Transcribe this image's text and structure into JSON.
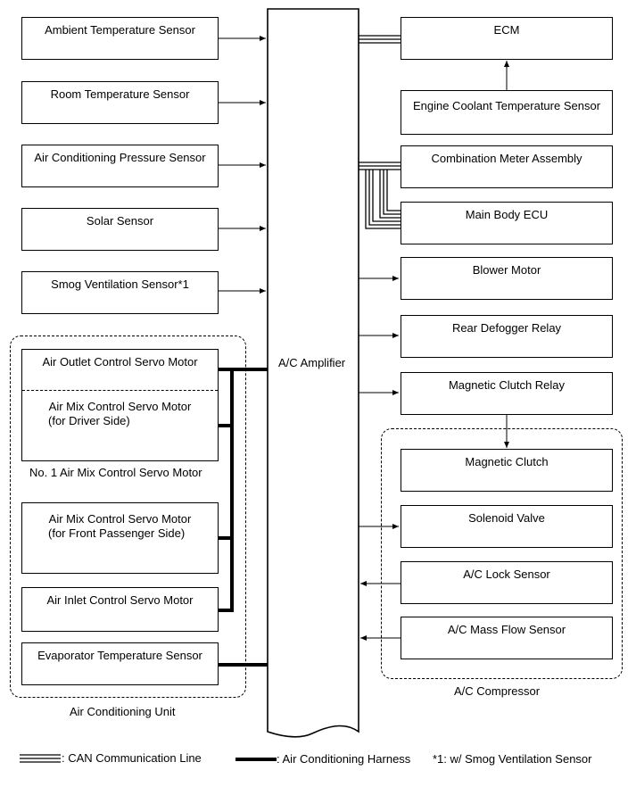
{
  "amplifier": {
    "label": "A/C Amplifier"
  },
  "left_sensors": [
    {
      "label": "Ambient Temperature Sensor"
    },
    {
      "label": "Room Temperature Sensor"
    },
    {
      "label": "Air Conditioning Pressure Sensor"
    },
    {
      "label": "Solar Sensor"
    },
    {
      "label": "Smog Ventilation Sensor*1"
    }
  ],
  "air_conditioning_unit": {
    "group_label": "Air Conditioning Unit",
    "servo_group_label": "No. 1 Air Mix Control Servo Motor",
    "air_outlet": "Air Outlet Control Servo Motor",
    "air_mix_driver_line1": "Air Mix Control Servo Motor",
    "air_mix_driver_line2": "(for Driver Side)",
    "air_mix_passenger_line1": "Air Mix Control Servo Motor",
    "air_mix_passenger_line2": "(for Front Passenger Side)",
    "air_inlet": "Air Inlet Control Servo Motor",
    "evaporator": "Evaporator Temperature Sensor"
  },
  "right_components": [
    {
      "label": "ECM"
    },
    {
      "label": "Engine Coolant Temperature Sensor"
    },
    {
      "label": "Combination Meter Assembly"
    },
    {
      "label": "Main Body ECU"
    },
    {
      "label": "Blower Motor"
    },
    {
      "label": "Rear Defogger Relay"
    },
    {
      "label": "Magnetic Clutch Relay"
    }
  ],
  "compressor": {
    "group_label": "A/C Compressor",
    "items": [
      {
        "label": "Magnetic Clutch"
      },
      {
        "label": "Solenoid Valve"
      },
      {
        "label": "A/C Lock Sensor"
      },
      {
        "label": "A/C Mass Flow Sensor"
      }
    ]
  },
  "legend": {
    "can_line": ": CAN Communication Line",
    "harness": ": Air Conditioning Harness",
    "note": "*1: w/ Smog Ventilation Sensor"
  }
}
